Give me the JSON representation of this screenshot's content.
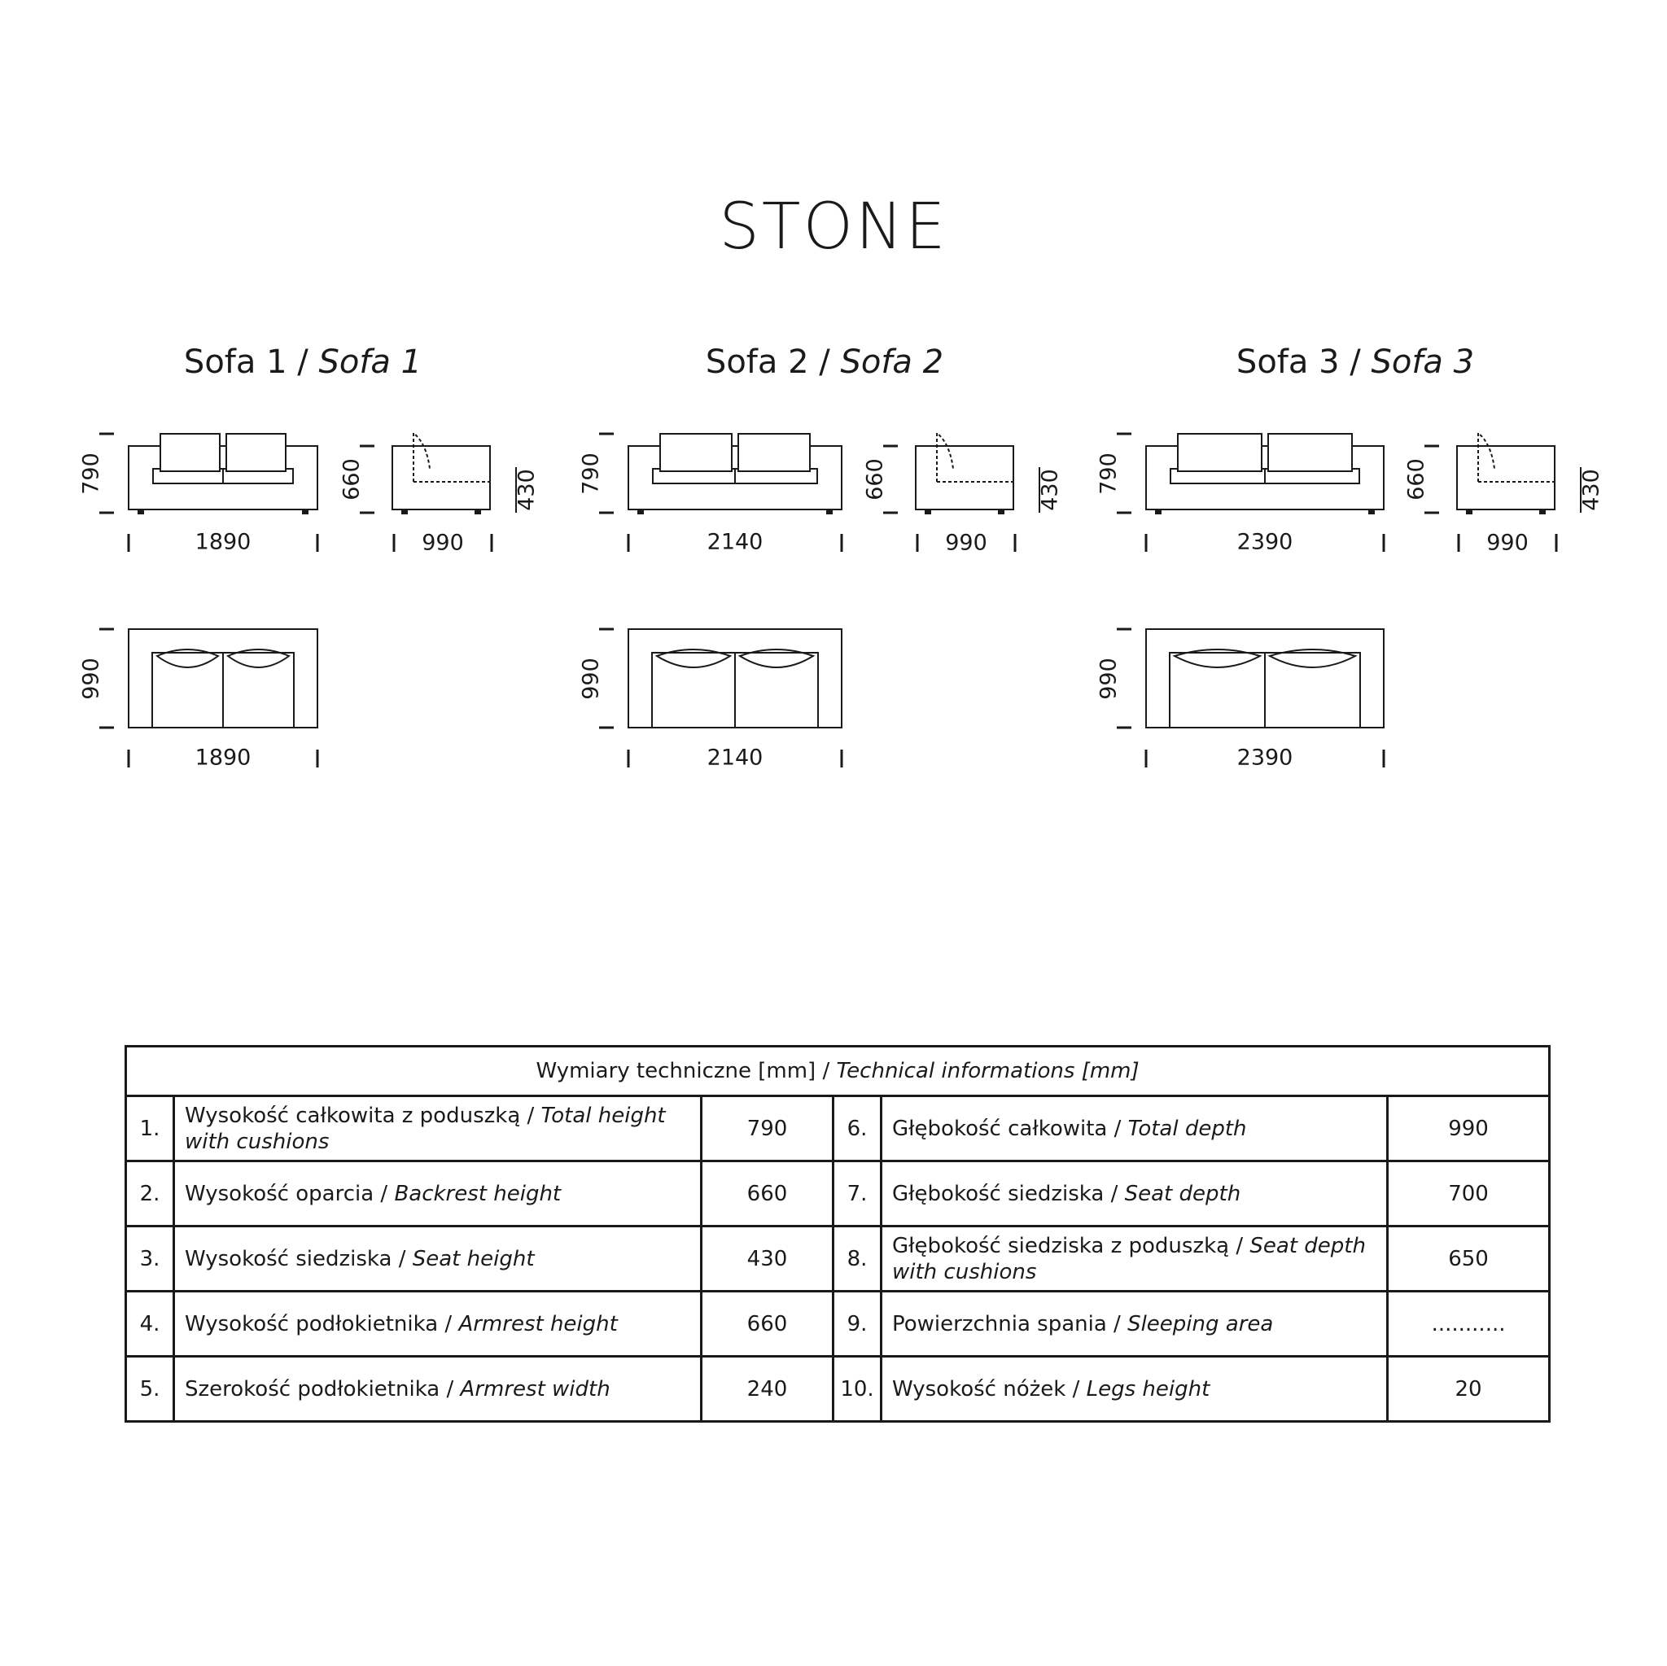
{
  "title": "STONE",
  "sofas": [
    {
      "label": "Sofa  1 /",
      "label_en": "Sofa  1",
      "front": {
        "height": "790",
        "width": "1890"
      },
      "side": {
        "backrest": "660",
        "seat": "430",
        "depth": "990"
      },
      "top": {
        "depth": "990",
        "width": "1890"
      }
    },
    {
      "label": "Sofa  2 /",
      "label_en": "Sofa  2",
      "front": {
        "height": "790",
        "width": "2140"
      },
      "side": {
        "backrest": "660",
        "seat": "430",
        "depth": "990"
      },
      "top": {
        "depth": "990",
        "width": "2140"
      }
    },
    {
      "label": "Sofa  3 /",
      "label_en": "Sofa  3",
      "front": {
        "height": "790",
        "width": "2390"
      },
      "side": {
        "backrest": "660",
        "seat": "430",
        "depth": "990"
      },
      "top": {
        "depth": "990",
        "width": "2390"
      }
    }
  ],
  "table": {
    "header": "Wymiary techniczne [mm] /",
    "header_en": "Technical informations [mm]",
    "rows": [
      {
        "left": {
          "num": "1.",
          "pl": "Wysokość całkowita z poduszką /",
          "en": "Total height with cushions",
          "value": "790"
        },
        "right": {
          "num": "6.",
          "pl": "Głębokość całkowita /",
          "en": "Total depth",
          "value": "990"
        }
      },
      {
        "left": {
          "num": "2.",
          "pl": "Wysokość oparcia /",
          "en": "Backrest  height",
          "value": "660"
        },
        "right": {
          "num": "7.",
          "pl": "Głębokość siedziska /",
          "en": "Seat depth",
          "value": "700"
        }
      },
      {
        "left": {
          "num": "3.",
          "pl": "Wysokość siedziska /",
          "en": "Seat height",
          "value": "430"
        },
        "right": {
          "num": "8.",
          "pl": "Głębokość siedziska z poduszką /",
          "en": "Seat depth with cushions",
          "value": "650"
        }
      },
      {
        "left": {
          "num": "4.",
          "pl": "Wysokość podłokietnika /",
          "en": "Armrest height",
          "value": "660"
        },
        "right": {
          "num": "9.",
          "pl": "Powierzchnia spania /",
          "en": "Sleeping area",
          "value": "..........."
        }
      },
      {
        "left": {
          "num": "5.",
          "pl": "Szerokość podłokietnika /",
          "en": "Armrest width",
          "value": "240"
        },
        "right": {
          "num": "10.",
          "pl": "Wysokość nóżek /",
          "en": "Legs  height",
          "value": "20"
        }
      }
    ]
  }
}
